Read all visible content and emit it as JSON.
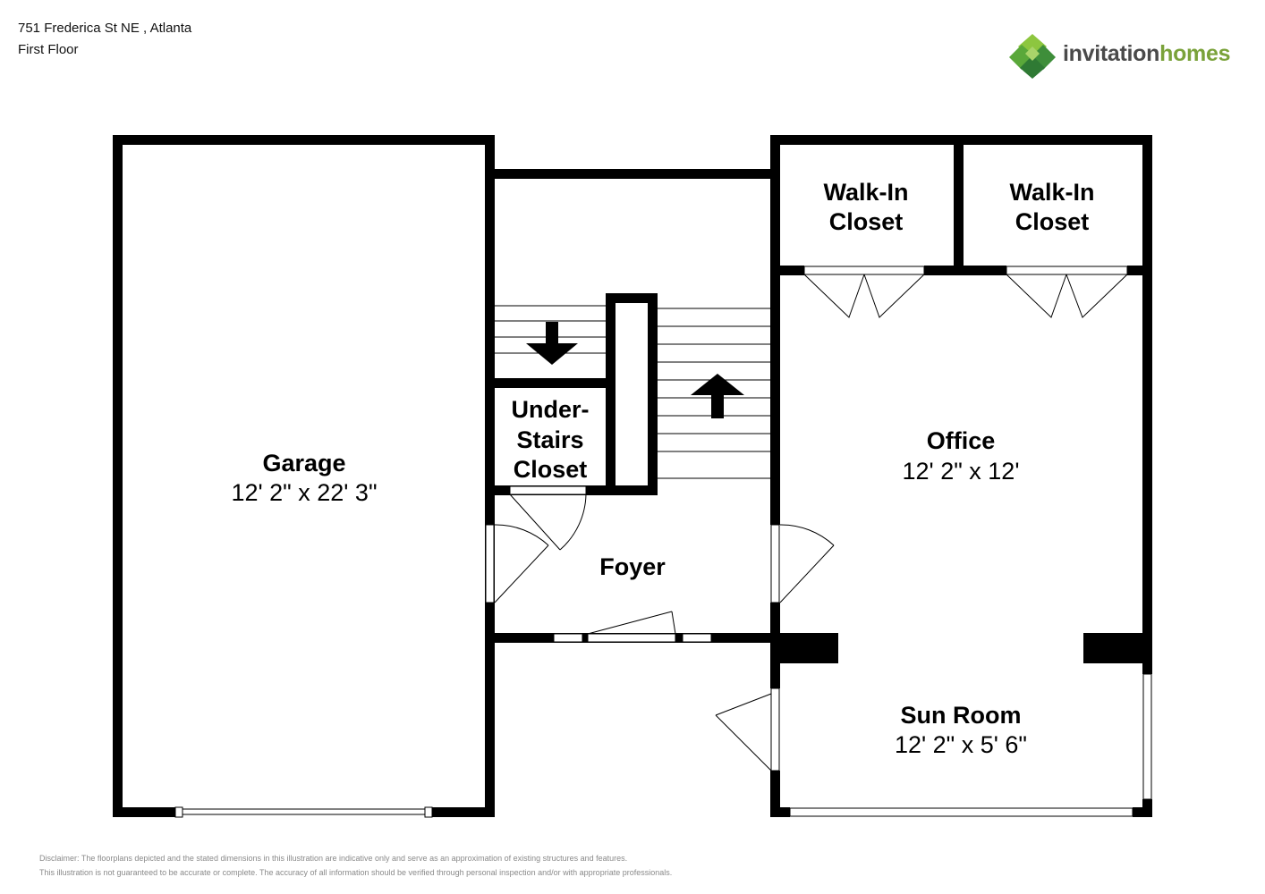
{
  "header": {
    "address": "751 Frederica St NE , Atlanta",
    "floor": "First Floor"
  },
  "brand": {
    "name_part1": "invitation",
    "name_part2": "homes",
    "colors": {
      "text_dark": "#4a4a4a",
      "text_green": "#7aa23a",
      "logo_green": "#5aa83a"
    }
  },
  "rooms": {
    "garage": {
      "name": "Garage",
      "dims": "12' 2\" x 22' 3\""
    },
    "closet_left": {
      "line1": "Walk-In",
      "line2": "Closet"
    },
    "closet_right": {
      "line1": "Walk-In",
      "line2": "Closet"
    },
    "under_stairs": {
      "line1": "Under-",
      "line2": "Stairs",
      "line3": "Closet"
    },
    "foyer": {
      "name": "Foyer"
    },
    "office": {
      "name": "Office",
      "dims": "12' 2\" x 12'"
    },
    "sun_room": {
      "name": "Sun Room",
      "dims": "12' 2\" x 5' 6\""
    }
  },
  "icons": [
    "stairs-down-arrow-icon",
    "stairs-up-arrow-icon",
    "brand-logo-icon"
  ],
  "disclaimer": {
    "line1": "Disclaimer: The floorplans depicted and the stated dimensions in this illustration are indicative only and serve as an approximation of existing structures and features.",
    "line2": "This illustration is not guaranteed to be accurate or complete. The accuracy of all information should be verified through personal inspection and/or with appropriate professionals."
  }
}
